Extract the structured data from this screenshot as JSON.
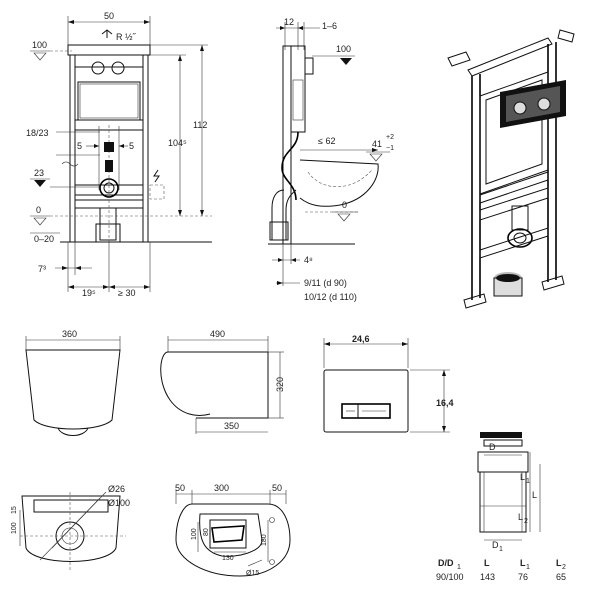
{
  "front_view": {
    "width_dim": "50",
    "pipe_label": "R ½˝",
    "level_top": "100",
    "level_inlet": "18/23",
    "offset_left": "5",
    "offset_right": "5",
    "level_outlet": "23",
    "level_floor": "0",
    "floor_range": "0–20",
    "height_upper": "104⁵",
    "height_total": "112",
    "dim_bottom_a": "7³",
    "dim_bottom_b": "19⁵",
    "dim_bottom_c": "≥ 30"
  },
  "side_view": {
    "dim_top_a": "12",
    "dim_top_b": "1–6",
    "level_top": "100",
    "depth_max": "≤ 62",
    "height_tol_base": "41",
    "height_tol_plus": "+2",
    "height_tol_minus": "−1",
    "level_floor": "0",
    "dim_bottom": "4⁸",
    "pipe_note_1": "9/11 (d 90)",
    "pipe_note_2": "10/12 (d 110)"
  },
  "bowl_front": {
    "width": "360"
  },
  "bowl_side": {
    "length": "490",
    "height": "320",
    "base": "350"
  },
  "flush_plate": {
    "width": "24,6",
    "height": "16,4"
  },
  "bowl_back": {
    "dia_a": "Ø26",
    "dia_b": "Ø100",
    "dim_a": "100",
    "dim_b": "15"
  },
  "bowl_top": {
    "dim_left": "50",
    "dim_mid": "300",
    "dim_right": "50",
    "dim_a": "100",
    "dim_b": "80",
    "dim_c": "130",
    "dim_d": "180",
    "dia": "Ø15"
  },
  "connector": {
    "label_d": "D",
    "label_d1": "D",
    "label_l": "L",
    "label_l1": "L",
    "label_l2": "L",
    "sub_1": "1",
    "sub_2": "2",
    "table": {
      "headers": [
        "D/D",
        "L",
        "L",
        "L"
      ],
      "header_subs": [
        "1",
        "",
        "1",
        "2"
      ],
      "row": [
        "90/100",
        "143",
        "76",
        "65"
      ]
    }
  }
}
